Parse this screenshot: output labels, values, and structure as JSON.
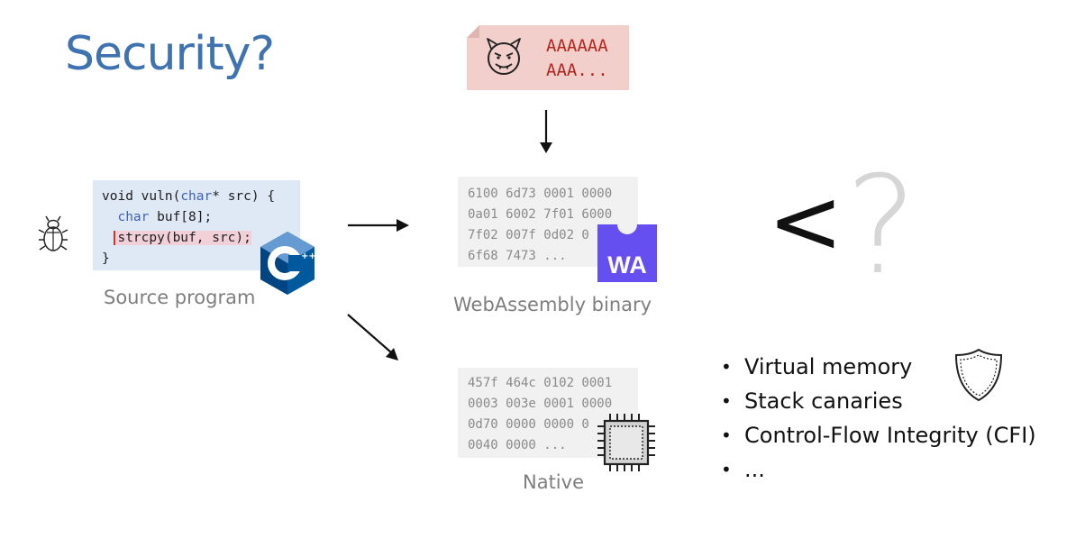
{
  "slide": {
    "title": "Security?"
  },
  "attacker": {
    "icon": "devil-face-icon",
    "payload_line1": "AAAAAA",
    "payload_line2": "AAA..."
  },
  "source": {
    "bug_icon": "bug-icon",
    "lang_icon": "cpp-logo-icon",
    "code_line1_a": "void vuln(",
    "code_line1_kw": "char",
    "code_line1_b": "* src) {",
    "code_line2_kw": "char",
    "code_line2_b": " buf[8];",
    "code_line3": "strcpy(buf, src);",
    "code_line4": "}",
    "caption": "Source program"
  },
  "wasm": {
    "hex_lines": [
      "6100 6d73 0001 0000",
      "0a01 6002 7f01 6000",
      "7f02 007f 0d02 0",
      "6f68 7473 ..."
    ],
    "badge_text": "WA",
    "badge_color": "#654ff0",
    "caption": "WebAssembly binary"
  },
  "native": {
    "hex_lines": [
      "457f 464c 0102 0001",
      "0003 003e 0001 0000",
      "0d70 0000 0000 0",
      "0040 0000 ..."
    ],
    "chip_icon": "cpu-chip-icon",
    "caption": "Native"
  },
  "comparison": {
    "symbol": "<",
    "question": "?"
  },
  "protections": {
    "shield_icon": "shield-icon",
    "bullet": "•",
    "items": [
      "Virtual memory",
      "Stack canaries",
      "Control-Flow Integrity (CFI)",
      "..."
    ]
  }
}
